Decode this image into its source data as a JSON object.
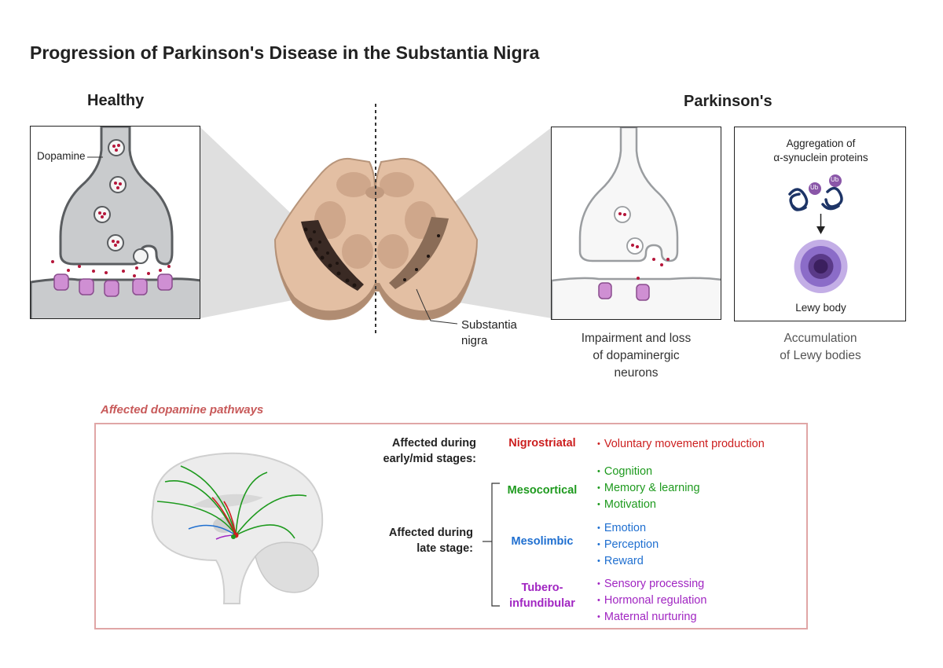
{
  "title": "Progression of Parkinson's Disease in the Substantia Nigra",
  "healthy": {
    "heading": "Healthy",
    "dopamine_label": "Dopamine"
  },
  "parkinsons": {
    "heading": "Parkinson's",
    "substantia_label_line1": "Substantia",
    "substantia_label_line2": "nigra",
    "aggregation_line1": "Aggregation of",
    "aggregation_line2": "α-synuclein proteins",
    "ub_label": "Ub",
    "lewy_label": "Lewy body",
    "impairment_line1": "Impairment and loss",
    "impairment_line2": "of dopaminergic",
    "impairment_line3": "neurons",
    "accumulation_line1": "Accumulation",
    "accumulation_line2": "of Lewy bodies"
  },
  "pathways": {
    "heading": "Affected dopamine pathways",
    "early_line1": "Affected during",
    "early_line2": "early/mid stages:",
    "late_line1": "Affected during",
    "late_line2": "late stage:",
    "items": [
      {
        "name": "Nigrostriatal",
        "color": "#cc1f1f",
        "effects": [
          "Voluntary movement production"
        ]
      },
      {
        "name": "Mesocortical",
        "color": "#1e9a1e",
        "effects": [
          "Cognition",
          "Memory & learning",
          "Motivation"
        ]
      },
      {
        "name": "Mesolimbic",
        "color": "#1f6fd0",
        "effects": [
          "Emotion",
          "Perception",
          "Reward"
        ]
      },
      {
        "name_line1": "Tubero-",
        "name_line2": "infundibular",
        "color": "#a126c2",
        "effects": [
          "Sensory processing",
          "Hormonal regulation",
          "Maternal nurturing"
        ]
      }
    ]
  }
}
